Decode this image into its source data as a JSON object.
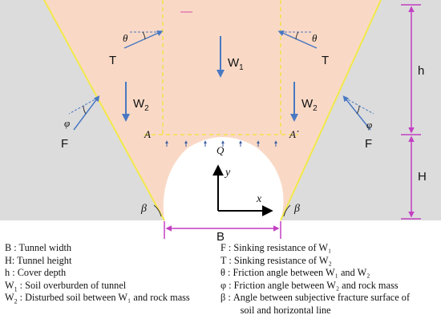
{
  "diagram": {
    "labels": {
      "W1": "W",
      "W1_sub": "1",
      "W2_left": "W",
      "W2_left_sub": "2",
      "W2_right": "W",
      "W2_right_sub": "2",
      "T_left": "T",
      "T_right": "T",
      "F_left": "F",
      "F_right": "F",
      "theta_left": "θ",
      "theta_right": "θ",
      "phi_left": "φ",
      "phi_right": "φ",
      "A_left": "A",
      "A_right": "A΄",
      "Q": "Q",
      "y_axis": "y",
      "x_axis": "x",
      "beta_left": "β",
      "beta_right": "β",
      "h_dim": "h",
      "H_dim": "H",
      "B_dim": "B"
    },
    "colors": {
      "background": "#dcdcdc",
      "soil_fill": "#f9d9c6",
      "fracture_line": "#f2e84c",
      "boundary_dashed": "#f5e04a",
      "arrow_blue": "#4a78c2",
      "dimension": "#c23fc2",
      "axes": "#000000"
    }
  },
  "legend": {
    "left": [
      {
        "sym": "B",
        "sub": "",
        "text": " : Tunnel width"
      },
      {
        "sym": "H",
        "sub": "",
        "text": ": Tunnel height"
      },
      {
        "sym": "h",
        "sub": "",
        "text": " : Cover depth"
      },
      {
        "sym": "W",
        "sub": "1",
        "text": " : Soil overburden of tunnel"
      },
      {
        "sym": "W",
        "sub": "2",
        "text": " : Disturbed soil between W₁ and rock mass"
      }
    ],
    "right": [
      {
        "sym": "F",
        "sub": "",
        "text": " : Sinking resistance of W₁"
      },
      {
        "sym": "T",
        "sub": "",
        "text": " : Sinking resistance of W₂"
      },
      {
        "sym": "θ",
        "sub": "",
        "text": " : Friction angle between W₁ and W₂"
      },
      {
        "sym": "φ",
        "sub": "",
        "text": " : Friction angle between W₂ and rock mass"
      },
      {
        "sym": "β",
        "sub": "",
        "text": " : Angle between subjective fracture surface of"
      },
      {
        "sym": "",
        "sub": "",
        "text": "        soil and horizontal line"
      }
    ]
  }
}
